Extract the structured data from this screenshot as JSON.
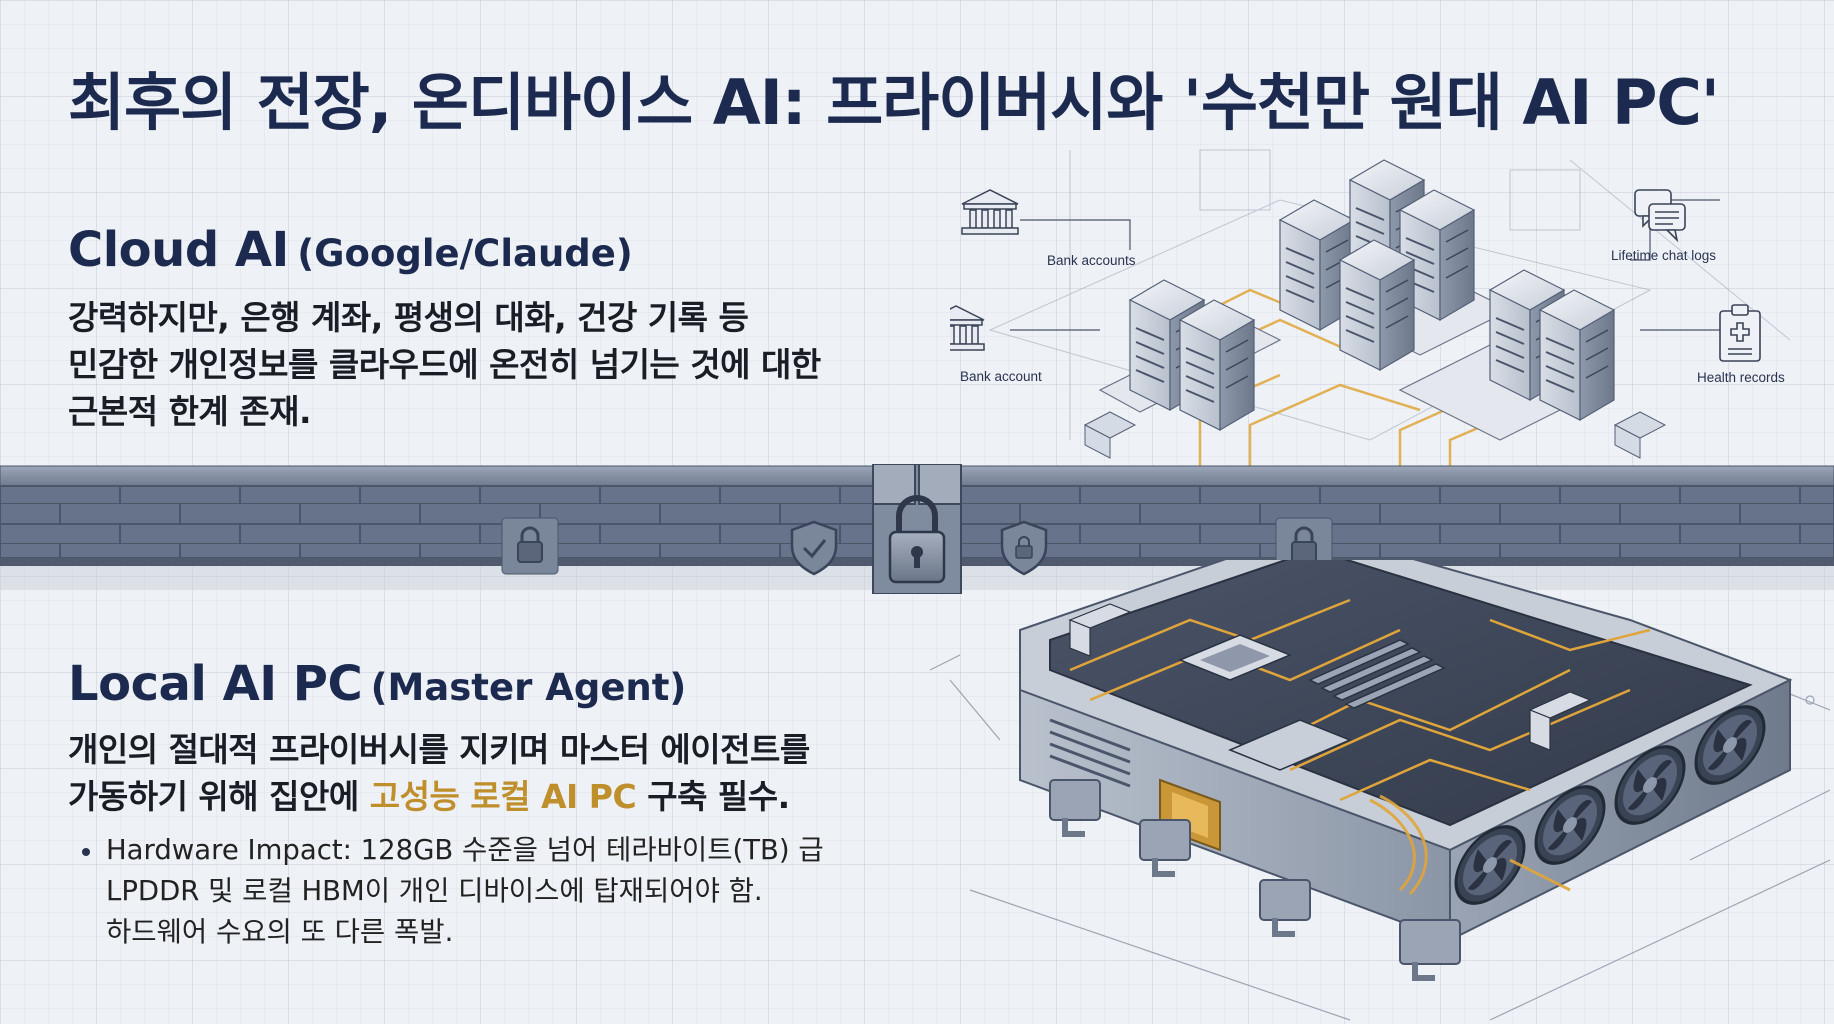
{
  "title": "최후의 전장, 온디바이스 AI: 프라이버시와 '수천만 원대 AI PC'",
  "cloud": {
    "heading": "Cloud AI",
    "heading_sub": "(Google/Claude)",
    "body_lines": [
      "강력하지만, 은행 계좌, 평생의 대화, 건강 기록 등",
      "민감한 개인정보를 클라우드에 온전히 넘기는 것에 대한",
      "근본적 한계 존재."
    ],
    "icons": [
      {
        "name": "bank-icon",
        "label": "Bank accounts"
      },
      {
        "name": "bank-icon",
        "label": "Bank account"
      },
      {
        "name": "chat-icon",
        "label": "Lifetime chat logs"
      },
      {
        "name": "clipboard-medical-icon",
        "label": "Health records"
      }
    ]
  },
  "local": {
    "heading": "Local AI PC",
    "heading_sub": "(Master Agent)",
    "body_line1": "개인의 절대적 프라이버시를 지키며 마스터 에이전트를",
    "body_line2_pre": "가동하기 위해 집안에 ",
    "body_line2_highlight": "고성능 로컬 AI PC",
    "body_line2_post": " 구축 필수.",
    "bullet_lines": [
      "Hardware Impact: 128GB 수준을 넘어 테라바이트(TB) 급",
      "LPDDR 및 로컬 HBM이 개인 디바이스에 탑재되어야 함.",
      "하드웨어 수요의 또 다른 폭발."
    ]
  },
  "colors": {
    "title": "#1b2a4e",
    "highlight": "#bf8f2c",
    "wall": "#5d6b82",
    "circuit": "#e0a53a",
    "background": "#eef1f5"
  }
}
